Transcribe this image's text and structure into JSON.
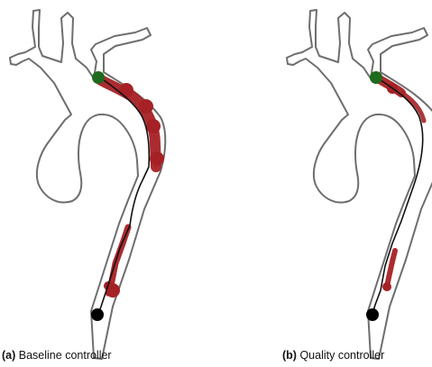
{
  "panels": [
    {
      "tag": "(a)",
      "caption": "Baseline controller",
      "colors": {
        "vessel": "#6e6e6e",
        "fill": "#ffffff",
        "trace": "#a62125",
        "path": "#111111",
        "start": "#1e6a1e",
        "end": "#000000"
      }
    },
    {
      "tag": "(b)",
      "caption": "Quality controller",
      "colors": {
        "vessel": "#6e6e6e",
        "fill": "#ffffff",
        "trace": "#a62125",
        "path": "#111111",
        "start": "#1e6a1e",
        "end": "#000000"
      }
    }
  ]
}
